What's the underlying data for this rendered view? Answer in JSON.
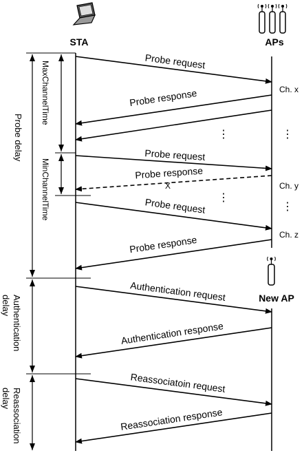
{
  "participants": {
    "sta": "STA",
    "aps": "APs",
    "new_ap": "New AP"
  },
  "channels": [
    "Ch. x",
    "Ch. y",
    "Ch. z"
  ],
  "messages": [
    "Probe request",
    "Probe response",
    "Probe request",
    "Probe response",
    "Probe request",
    "Probe response",
    "Authentication request",
    "Authentication response",
    "Reassociatoin request",
    "Reassociation response"
  ],
  "lost_marker": "X",
  "ellipsis": "⋮",
  "timers": {
    "max_channel_time": "MaxChannelTime",
    "min_channel_time": "MinChannelTime"
  },
  "phases": {
    "probe_delay": "Probe delay",
    "auth_delay_line1": "Authentication",
    "auth_delay_line2": "delay",
    "reassoc_delay_line1": "Reassociation",
    "reassoc_delay_line2": "delay"
  }
}
